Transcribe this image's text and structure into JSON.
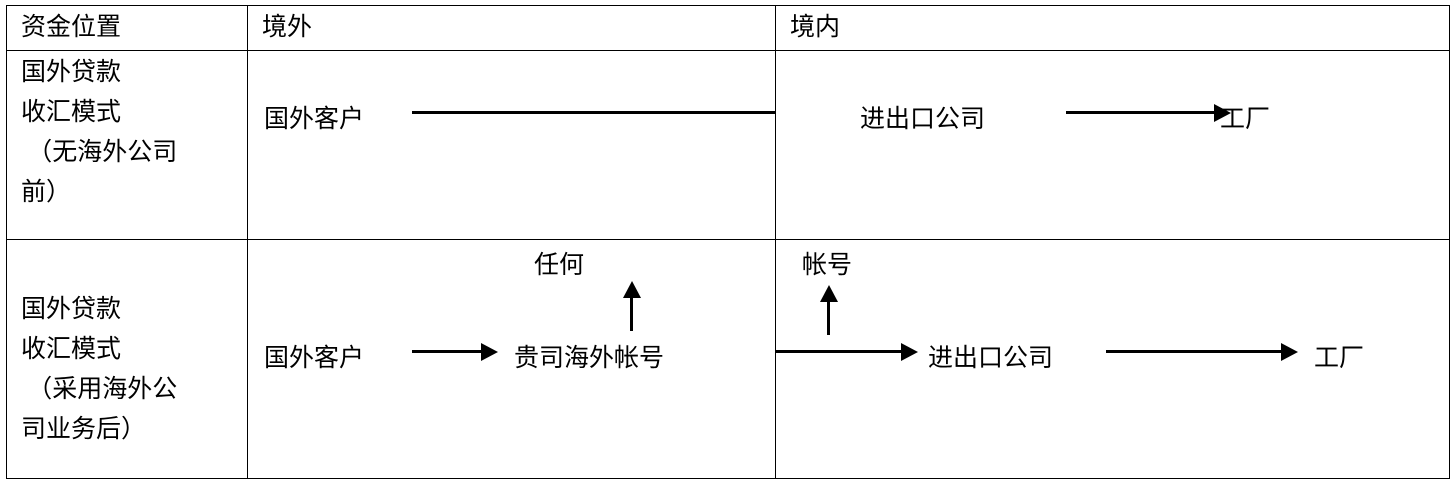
{
  "table": {
    "header": {
      "col1": "资金位置",
      "col2": "境外",
      "col3": "境内"
    },
    "rows": [
      {
        "label_lines": [
          "国外贷款",
          "收汇模式",
          " （无海外公司",
          "前）"
        ],
        "offshore": {
          "nodes": [
            "国外客户"
          ],
          "arrows": [
            "arrow-right-long"
          ]
        },
        "onshore": {
          "nodes": [
            "进出口公司",
            "工厂"
          ],
          "arrows": [
            "arrow-right"
          ]
        }
      },
      {
        "label_lines": [
          "国外贷款",
          "收汇模式",
          " （采用海外公",
          "司业务后）"
        ],
        "offshore": {
          "nodes": [
            "国外客户",
            "贵司海外帐号"
          ],
          "annotation": "任何",
          "arrows": [
            "arrow-right-short",
            "arrow-up"
          ]
        },
        "onshore": {
          "nodes": [
            "进出口公司",
            "工厂"
          ],
          "annotation": "帐号",
          "arrows": [
            "arrow-right",
            "arrow-up",
            "arrow-right-long"
          ]
        }
      }
    ]
  },
  "colors": {
    "line": "#000000",
    "background": "#ffffff",
    "text": "#000000"
  }
}
